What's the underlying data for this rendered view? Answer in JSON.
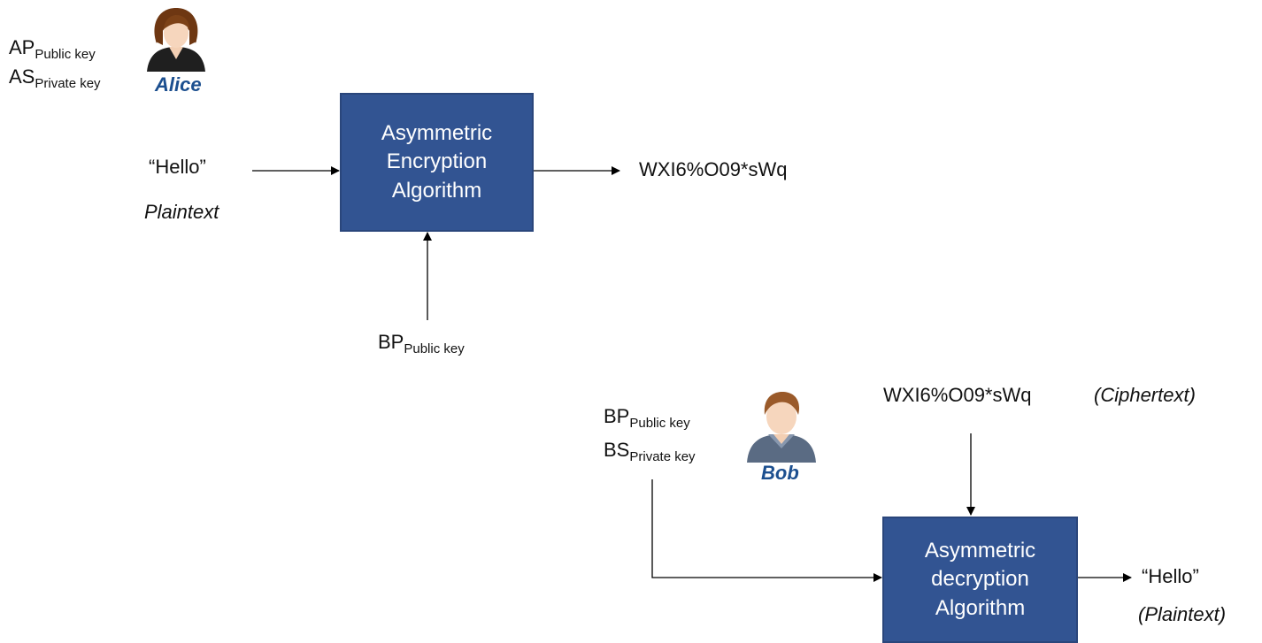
{
  "alice": {
    "name": "Alice",
    "key1_main": "AP",
    "key1_sub": "Public key",
    "key2_main": "AS",
    "key2_sub": "Private key"
  },
  "bob": {
    "name": "Bob",
    "key1_main": "BP",
    "key1_sub": "Public key",
    "key2_main": "BS",
    "key2_sub": "Private key"
  },
  "encryption": {
    "input_text": "“Hello”",
    "input_caption": "Plaintext",
    "box_line1": "Asymmetric",
    "box_line2": "Encryption",
    "box_line3": "Algorithm",
    "output_text": "WXI6%O09*sWq",
    "key_main": "BP",
    "key_sub": "Public key"
  },
  "decryption": {
    "input_text": "WXI6%O09*sWq",
    "input_caption": "(Ciphertext)",
    "box_line1": "Asymmetric",
    "box_line2": "decryption",
    "box_line3": "Algorithm",
    "output_text": "“Hello”",
    "output_caption": "(Plaintext)"
  },
  "colors": {
    "box_fill": "#325492",
    "box_text": "#ffffff",
    "name_label": "#1c4f8f"
  },
  "icons": {
    "alice": "woman-avatar-icon",
    "bob": "man-avatar-icon"
  }
}
